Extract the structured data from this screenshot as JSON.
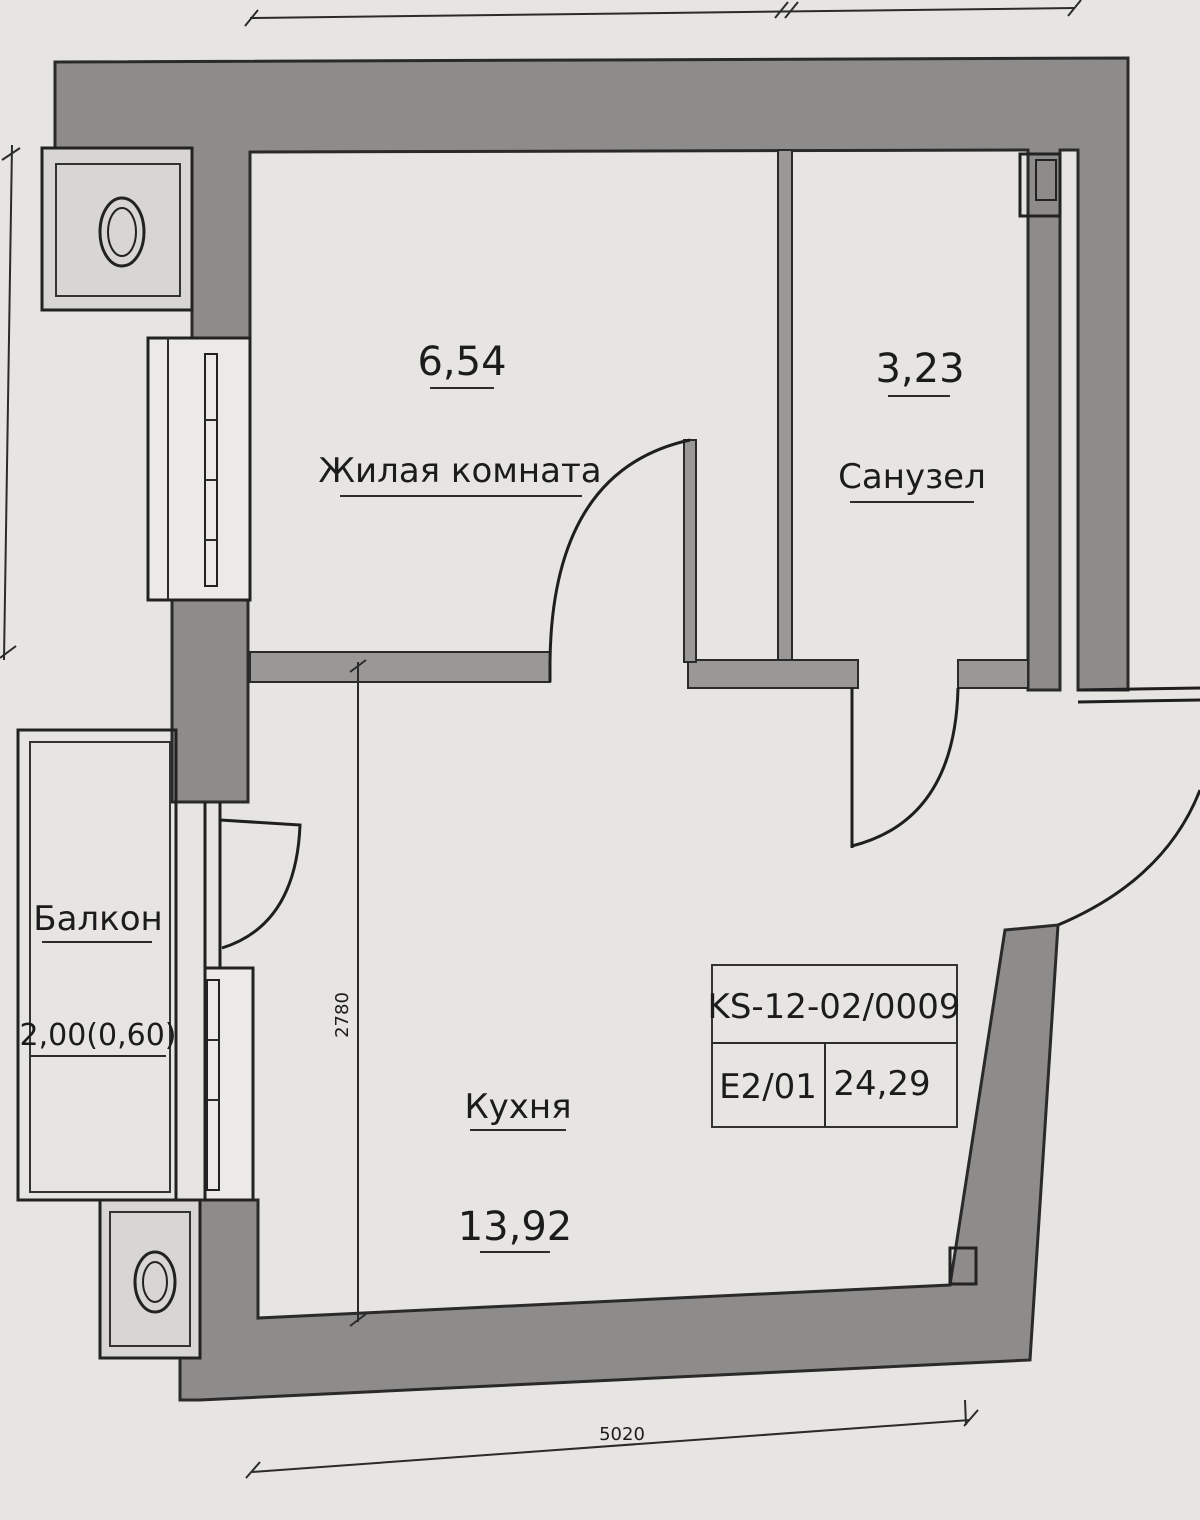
{
  "rooms": {
    "living": {
      "area": "6,54",
      "name": "Жилая комната"
    },
    "bathroom": {
      "area": "3,23",
      "name": "Санузел"
    },
    "kitchen": {
      "name": "Кухня",
      "area": "13,92"
    },
    "balcony": {
      "name": "Балкон",
      "area": "2,00(0,60)"
    }
  },
  "dimensions": {
    "vertical": "2780",
    "bottom": "5020"
  },
  "stamp": {
    "code": "KS-12-02/0009",
    "unit": "E2/01",
    "total_area": "24,29"
  },
  "colors": {
    "wall": "#8e8c8a",
    "paper": "#e7e5e2",
    "ink": "#1c1c1c"
  }
}
